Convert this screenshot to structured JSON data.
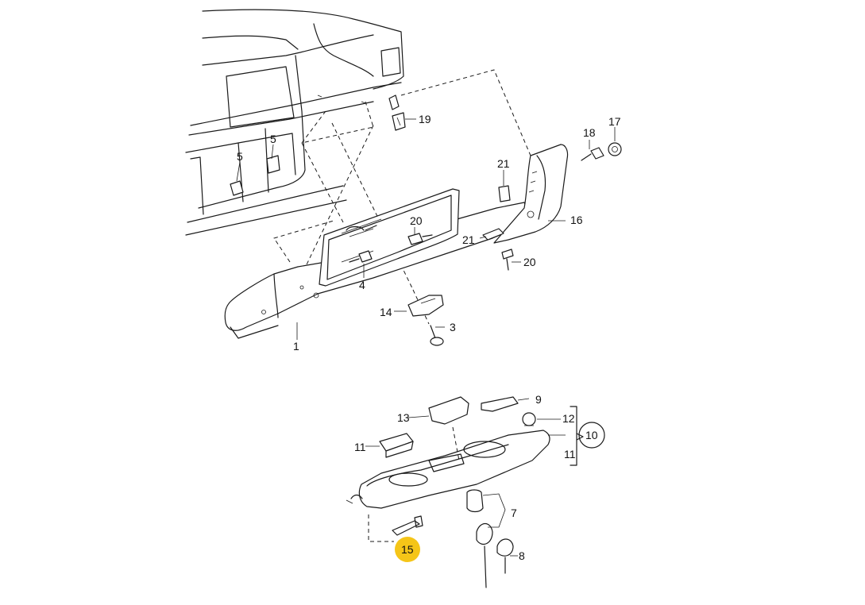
{
  "diagram": {
    "highlight_color": "#f5c518",
    "callouts": {
      "p1": "1",
      "p3": "3",
      "p4": "4",
      "p5a": "5",
      "p5b": "5",
      "p7": "7",
      "p8": "8",
      "p9": "9",
      "p10": "10",
      "p11a": "11",
      "p11b": "11",
      "p12": "12",
      "p13": "13",
      "p14": "14",
      "p15": "15",
      "p16": "16",
      "p17": "17",
      "p18": "18",
      "p19": "19",
      "p20a": "20",
      "p20b": "20",
      "p21a": "21",
      "p21b": "21"
    }
  }
}
